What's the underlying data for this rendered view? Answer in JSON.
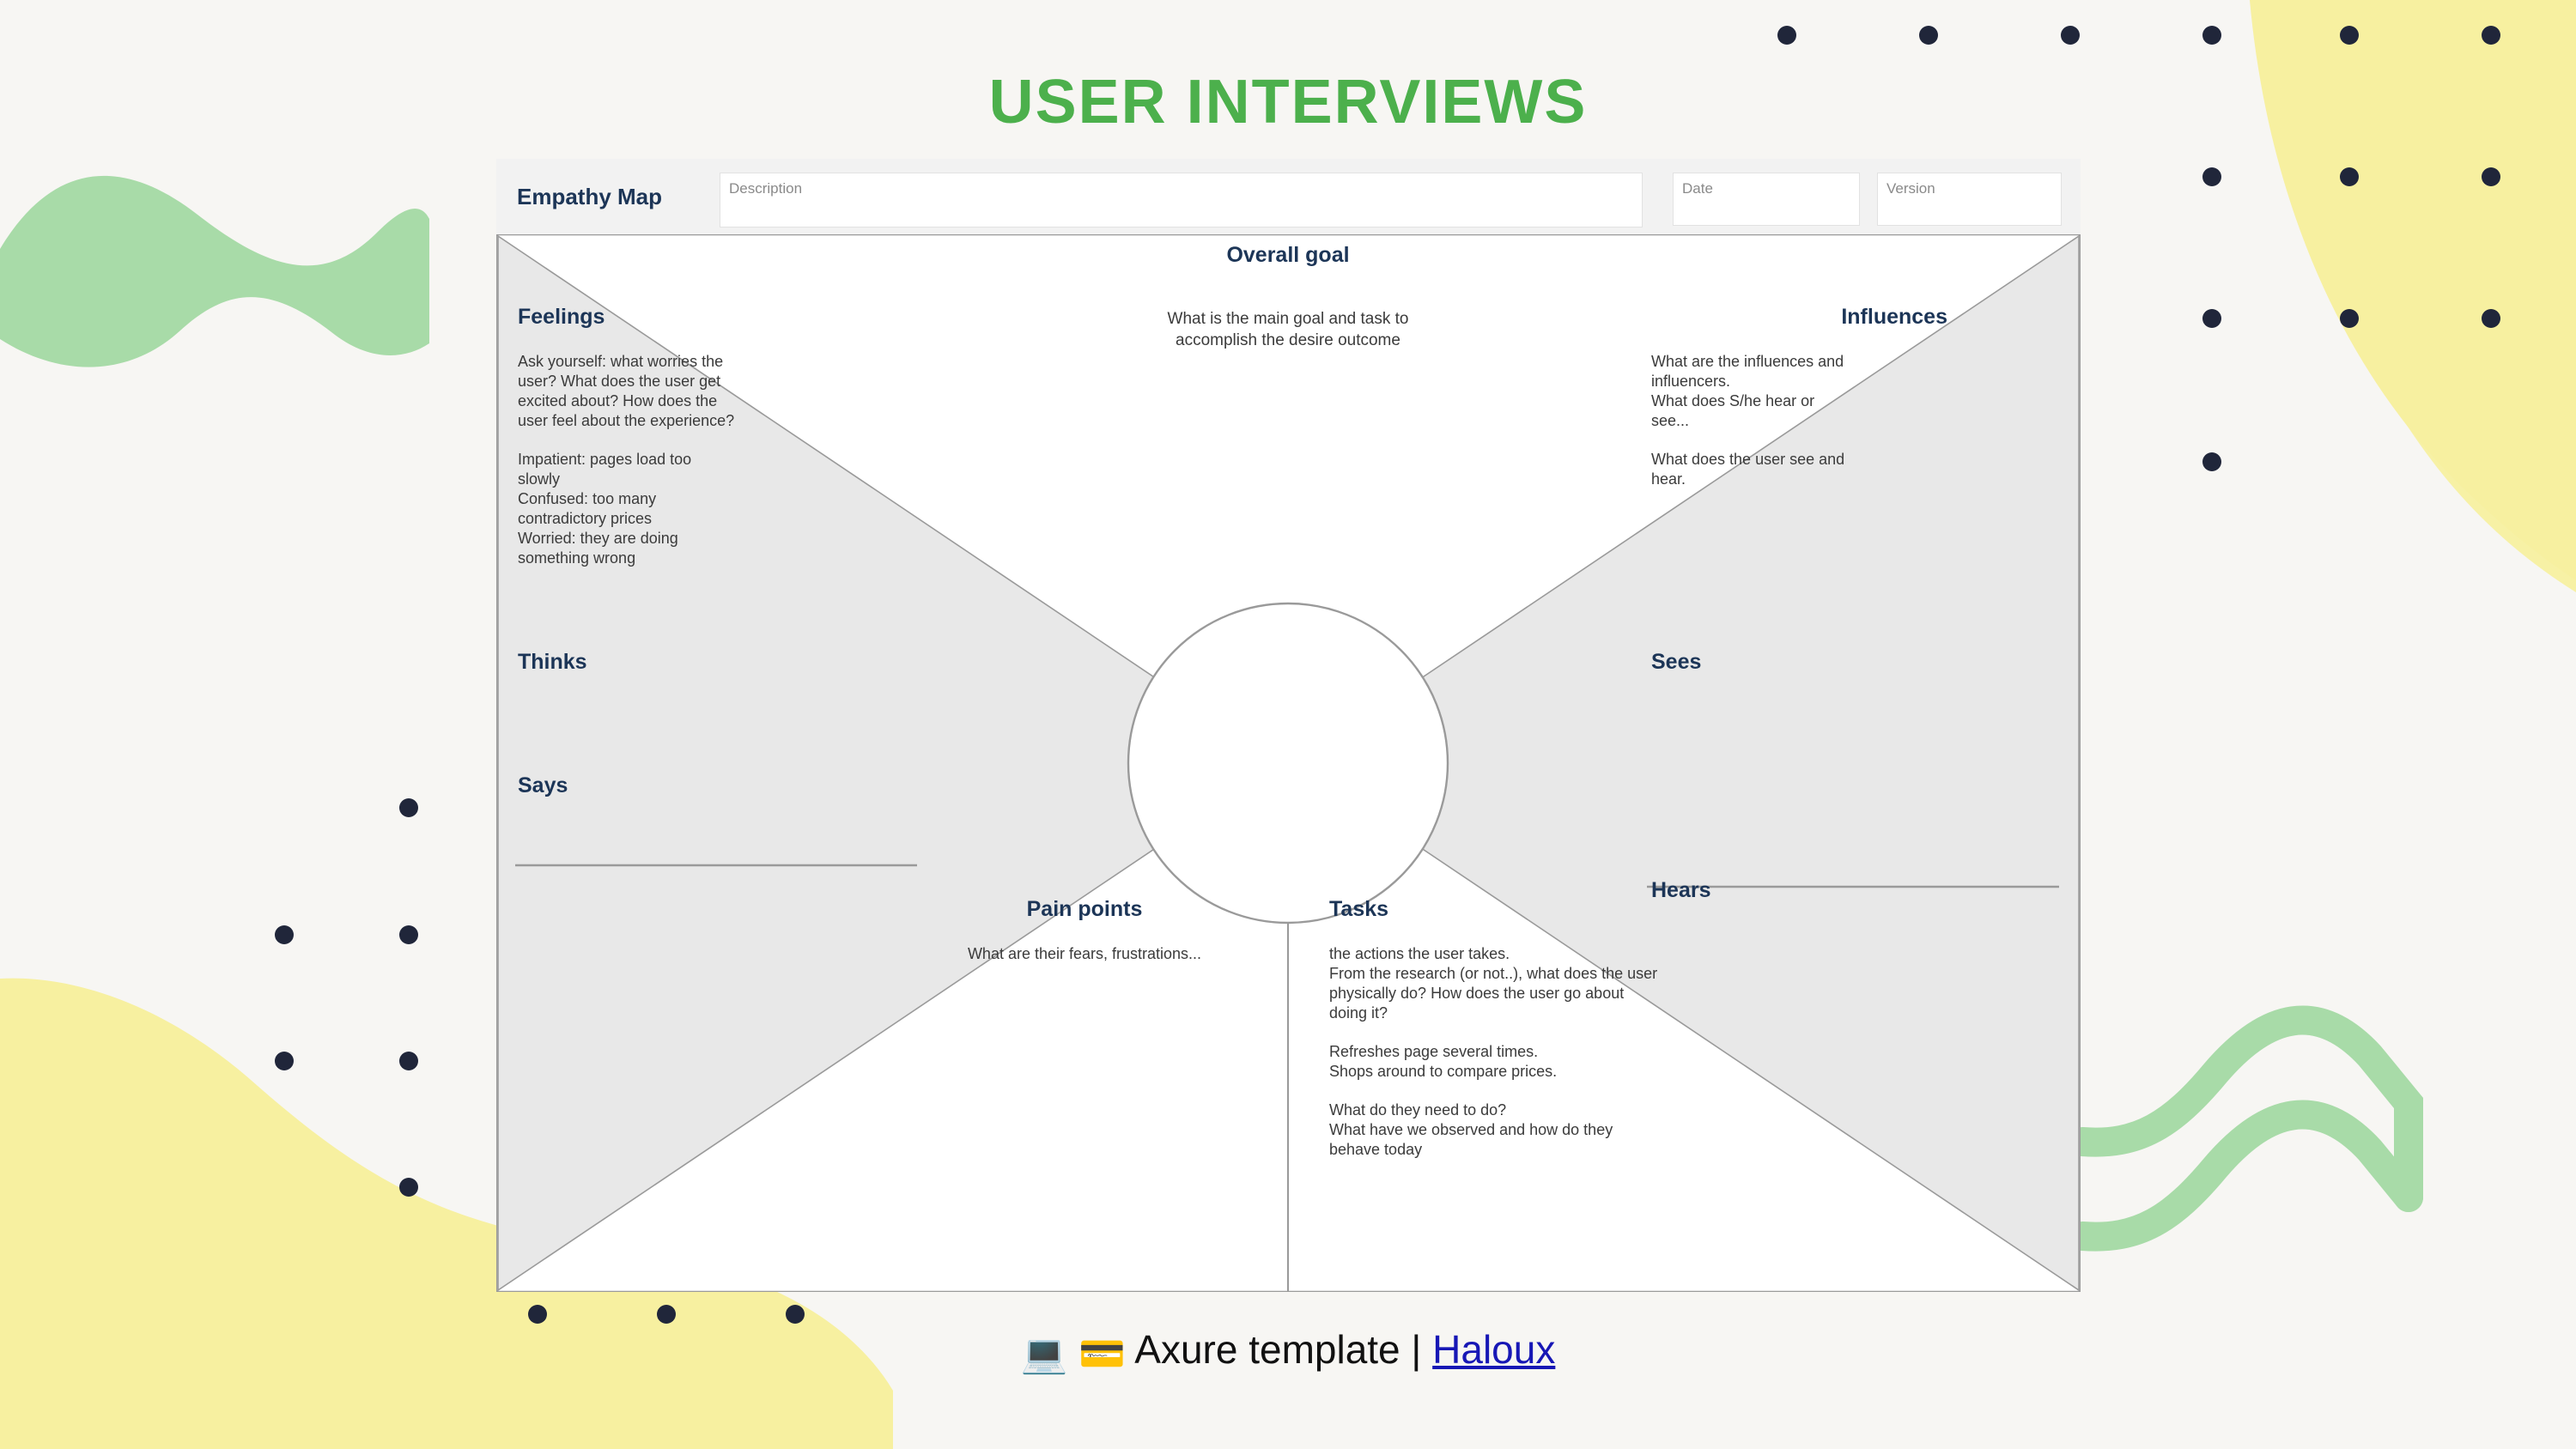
{
  "title": "USER INTERVIEWS",
  "accent_color": "#4cb04c",
  "heading_color": "#1c3557",
  "page_background": "#f7f6f3",
  "decor": {
    "green_wave_color": "#a8dba8",
    "yellow_blob_color": "#f7f0a0",
    "dot_color": "#20263a"
  },
  "card": {
    "header": {
      "label": "Empathy Map",
      "fields": [
        {
          "name": "description",
          "placeholder": "Description",
          "value": ""
        },
        {
          "name": "date",
          "placeholder": "Date",
          "value": ""
        },
        {
          "name": "version",
          "placeholder": "Version",
          "value": ""
        }
      ]
    },
    "sections": {
      "overall_goal": {
        "title": "Overall goal",
        "body": "What is the main goal and task to\naccomplish the desire outcome"
      },
      "feelings": {
        "title": "Feelings",
        "body": "Ask yourself: what worries the\nuser? What does the user get\nexcited about? How does the\nuser feel about the experience?",
        "body2": "Impatient: pages load too\nslowly\nConfused: too many\ncontradictory prices\nWorried: they are doing\nsomething wrong"
      },
      "thinks": {
        "title": "Thinks",
        "body": ""
      },
      "says": {
        "title": "Says",
        "body": ""
      },
      "influences": {
        "title": "Influences",
        "body": "What are the influences and\ninfluencers.\nWhat does S/he hear or\nsee...",
        "body2": "What does the user see and\nhear."
      },
      "sees": {
        "title": "Sees",
        "body": ""
      },
      "hears": {
        "title": "Hears",
        "body": ""
      },
      "pain_points": {
        "title": "Pain points",
        "body": "What are their fears, frustrations..."
      },
      "tasks": {
        "title": "Tasks",
        "body": "the actions the user takes.\nFrom the research (or not..), what does the user\nphysically do? How does the user go about\ndoing it?",
        "body2": "Refreshes page several times.\nShops around to compare prices.",
        "body3": "What do they need to do?\nWhat have we observed and how do they\nbehave today"
      }
    }
  },
  "footer": {
    "laptop_icon": "💻",
    "card_icon": "💳",
    "text": "Axure template | ",
    "link": "Haloux"
  }
}
